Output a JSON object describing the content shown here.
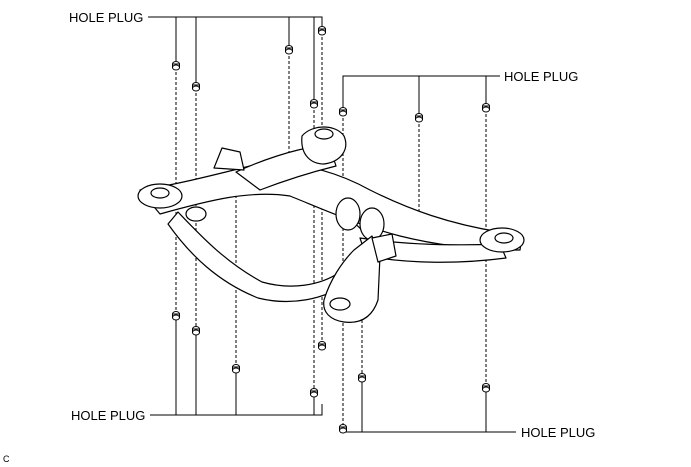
{
  "callouts": {
    "top_left": "HOLE PLUG",
    "top_right": "HOLE PLUG",
    "bottom_left": "HOLE PLUG",
    "bottom_right": "HOLE PLUG"
  },
  "figure_code": "C",
  "colors": {
    "line": "#000000",
    "part_fill": "#ffffff",
    "background": "#ffffff"
  }
}
